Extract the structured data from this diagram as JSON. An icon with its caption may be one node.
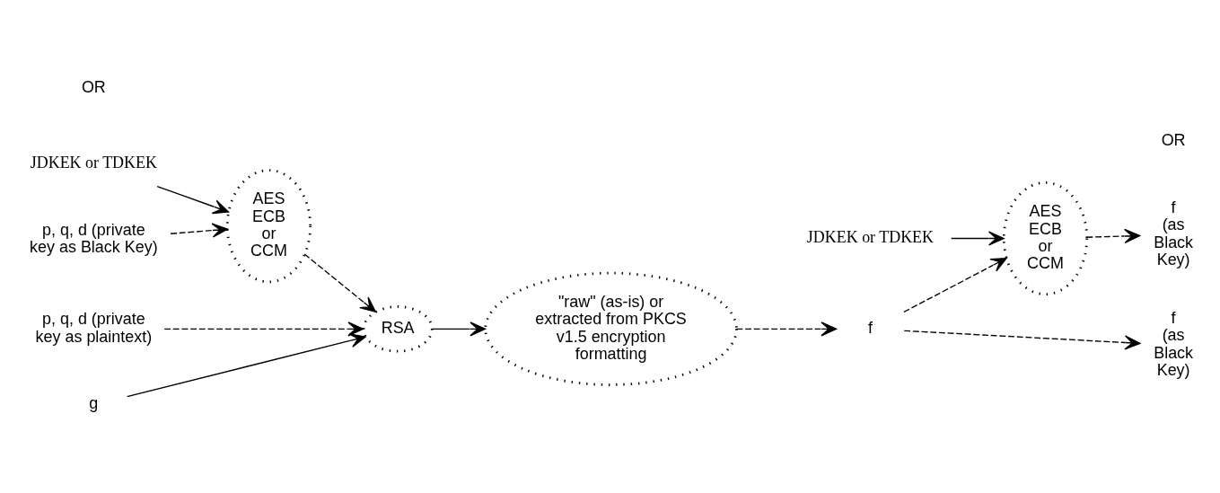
{
  "diagram": {
    "nodes": [
      {
        "text": [
          "JDKEK or TDKEK"
        ]
      },
      {
        "text": [
          "p, q, d (private key as Black Key)"
        ]
      },
      {
        "text": [
          "AES ECB or CCM"
        ]
      },
      {
        "text": [
          "p, q, d (private key as plaintext)"
        ]
      },
      {
        "text": [
          "RSA"
        ]
      },
      {
        "text": [
          "g"
        ]
      },
      {
        "text": [
          "\"raw\" (as-is) or extracted from PKCS v1.5 encryption formatting"
        ]
      },
      {
        "text": [
          "f"
        ]
      },
      {
        "text": [
          "JDKEK or TDKEK"
        ]
      },
      {
        "text": [
          "AES ECB or CCM"
        ]
      },
      {
        "text": [
          "f (as Black Key)"
        ]
      },
      {
        "text": [
          "f (as Black Key)"
        ]
      }
    ],
    "edges": [
      {
        "from": 0,
        "to": 2,
        "arrow": "to"
      },
      {
        "from": 1,
        "to": 2,
        "arrow": "to",
        "style": "dashed"
      },
      {
        "from": 2,
        "to": 4,
        "arrow": "to",
        "style": "dashed"
      },
      {
        "from": 3,
        "to": 4,
        "arrow": "to",
        "style": "dashed"
      },
      {
        "from": 5,
        "to": 4,
        "arrow": "to"
      },
      {
        "from": 4,
        "to": 6,
        "arrow": "to"
      },
      {
        "from": 6,
        "to": 7,
        "arrow": "to",
        "style": "dashed"
      },
      {
        "from": 7,
        "to": 9,
        "arrow": "to",
        "style": "dashed"
      },
      {
        "from": 8,
        "to": 9,
        "arrow": "to"
      },
      {
        "from": 9,
        "to": 10,
        "arrow": "to",
        "style": "dashed"
      },
      {
        "from": 7,
        "to": 11,
        "arrow": "to",
        "style": "dashed"
      }
    ],
    "labels": [
      "OR",
      "OR"
    ]
  }
}
